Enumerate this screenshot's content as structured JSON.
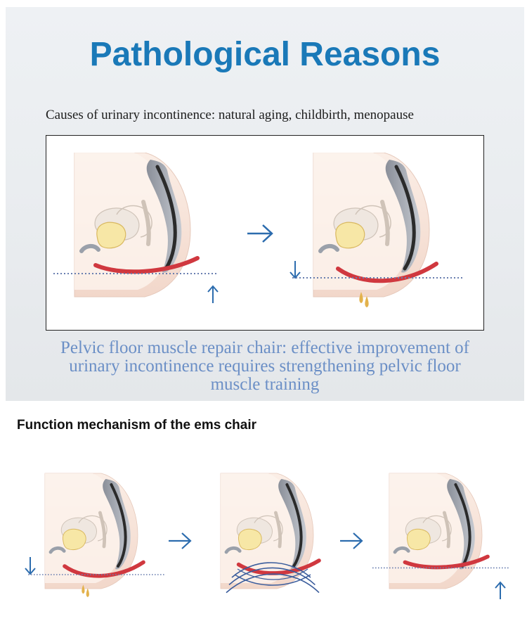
{
  "header": {
    "title": "Pathological Reasons",
    "subtitle": "Causes of urinary incontinence: natural aging, childbirth, menopause"
  },
  "caption_lines": [
    "Pelvic floor muscle repair chair: effective improvement of",
    "urinary incontinence requires strengthening pelvic floor",
    "muscle training"
  ],
  "mechanism": {
    "heading": "Function mechanism of the ems chair"
  },
  "colors": {
    "title_blue": "#1a79b8",
    "caption_blue": "#6b8fc6",
    "muscle_red": "#d0383f",
    "arrow_blue": "#2c6cae",
    "skin": "#f5e2d8"
  },
  "icons": {
    "flow_arrow": "right-arrow-icon",
    "down_arrow": "down-arrow-icon",
    "up_arrow": "up-arrow-icon"
  }
}
